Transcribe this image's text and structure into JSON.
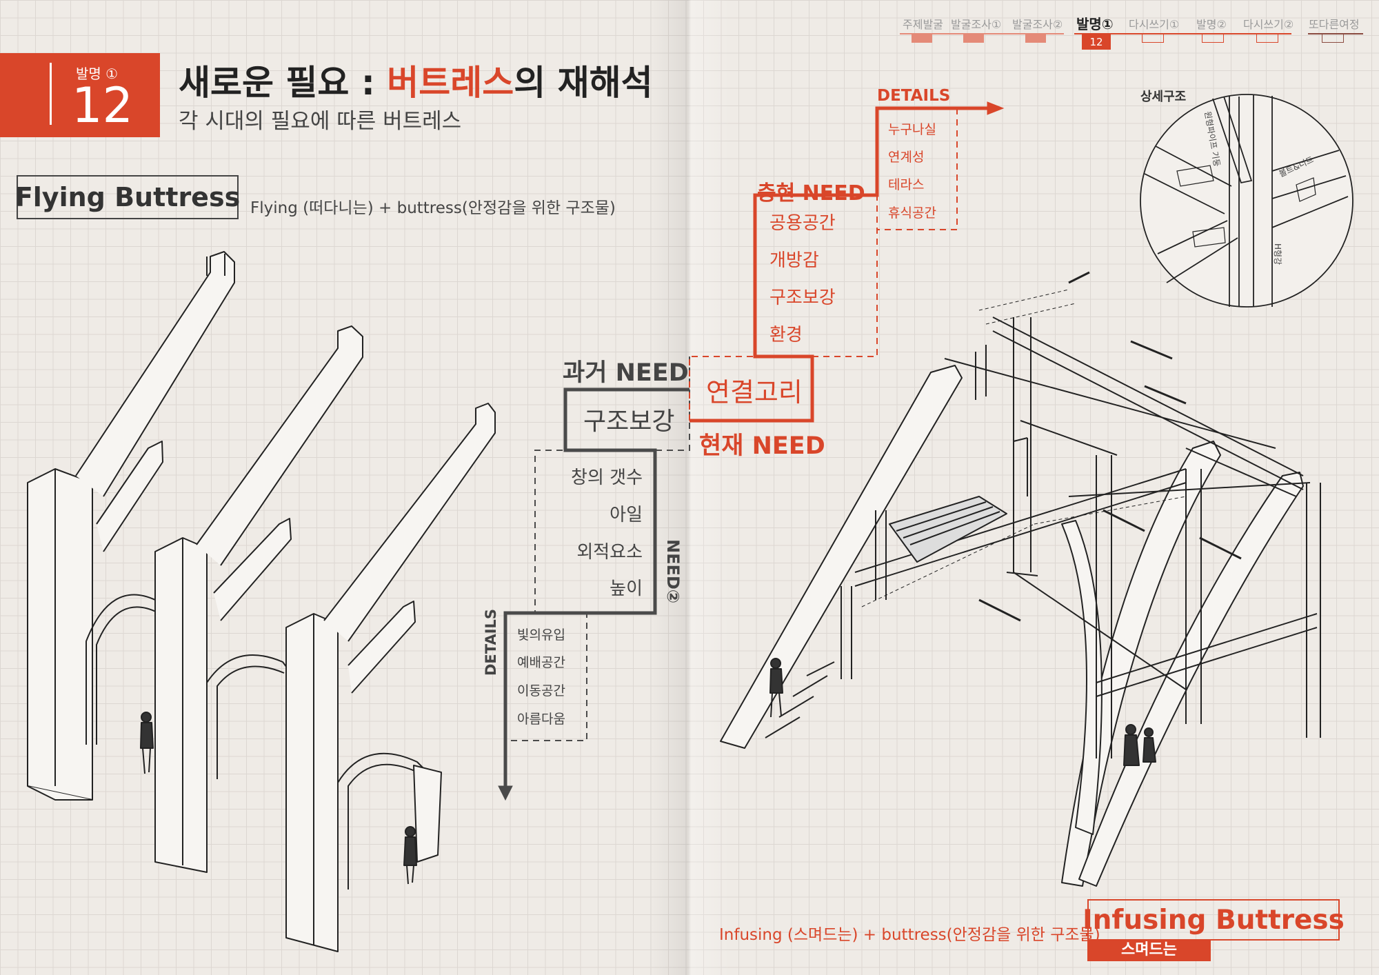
{
  "nav": {
    "items": [
      {
        "label": "주제발굴",
        "state": "done"
      },
      {
        "label": "발굴조사①",
        "state": "done"
      },
      {
        "label": "발굴조사②",
        "state": "done"
      },
      {
        "label": "발명①",
        "state": "active",
        "page": "12"
      },
      {
        "label": "다시쓰기①",
        "state": "todo"
      },
      {
        "label": "발명②",
        "state": "todo"
      },
      {
        "label": "다시쓰기②",
        "state": "todo"
      },
      {
        "label": "또다른여정",
        "state": "todo"
      }
    ]
  },
  "chapter": {
    "label": "발명 ①",
    "number": "12"
  },
  "header": {
    "title_pre": "새로운 필요 : ",
    "title_accent": "버트레스",
    "title_post": "의 재해석",
    "subtitle": "각 시대의 필요에 따른 버트레스"
  },
  "flying": {
    "name": "Flying Buttress",
    "desc": "Flying (떠다니는) + buttress(안정감을 위한 구조물)"
  },
  "past": {
    "heading": "과거 NEED",
    "main": "구조보강",
    "needs": [
      "창의 갯수",
      "아일",
      "외적요소",
      "높이"
    ],
    "need_label": "NEED②",
    "details_label": "DETAILS",
    "details": [
      "빛의유입",
      "예배공간",
      "이동공간",
      "아름다움"
    ]
  },
  "present": {
    "link": "연결고리",
    "heading": "현재 NEED",
    "fulfill_heading": "충현 NEED",
    "needs": [
      "공용공간",
      "개방감",
      "구조보강",
      "환경"
    ],
    "details_label": "DETAILS",
    "details": [
      "누구나실",
      "연계성",
      "테라스",
      "휴식공간"
    ]
  },
  "detail_view": {
    "title": "상세구조",
    "labels": [
      "원형파이프 기둥",
      "볼트&너트",
      "H형강"
    ]
  },
  "infusing": {
    "desc": "Infusing (스며드는) + buttress(안정감을 위한 구조물)",
    "name": "Infusing Buttress",
    "tag": "스며드는"
  },
  "colors": {
    "accent": "#d9462a",
    "dark": "#444444",
    "paper": "#efebe6"
  }
}
